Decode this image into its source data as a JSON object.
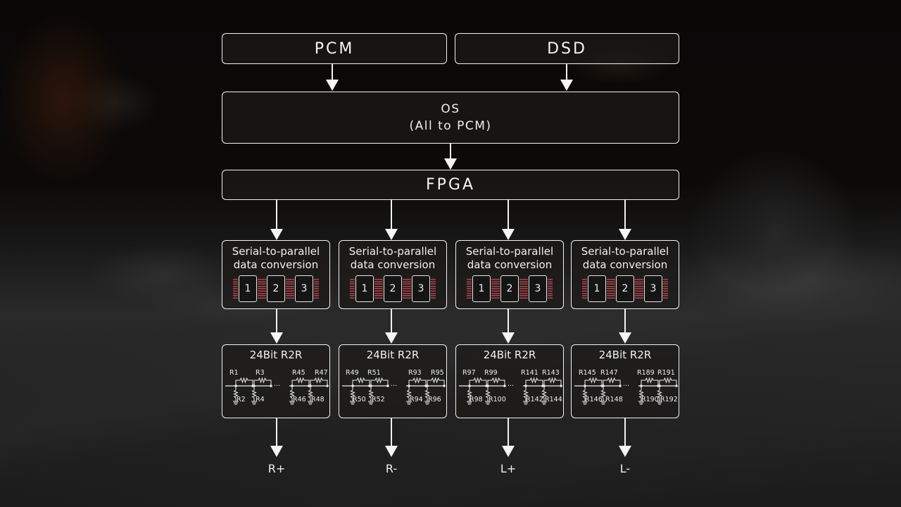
{
  "diagram": {
    "inputs": [
      {
        "label": "PCM"
      },
      {
        "label": "DSD"
      }
    ],
    "os": {
      "line1": "OS",
      "line2": "(All to PCM)"
    },
    "fpga": {
      "label": "FPGA"
    },
    "channels": [
      {
        "stage": {
          "line1": "Serial-to-parallel",
          "line2": "data conversion",
          "chips": [
            "1",
            "2",
            "3"
          ]
        },
        "r2r": {
          "title": "24Bit R2R",
          "series": [
            "R1",
            "R3",
            "R45",
            "R47"
          ],
          "shunt": [
            "R2",
            "R4",
            "R46",
            "R48"
          ],
          "ellipsis": "..."
        },
        "output": "R+"
      },
      {
        "stage": {
          "line1": "Serial-to-parallel",
          "line2": "data conversion",
          "chips": [
            "1",
            "2",
            "3"
          ]
        },
        "r2r": {
          "title": "24Bit R2R",
          "series": [
            "R49",
            "R51",
            "R93",
            "R95"
          ],
          "shunt": [
            "R50",
            "R52",
            "R94",
            "R96"
          ],
          "ellipsis": "..."
        },
        "output": "R-"
      },
      {
        "stage": {
          "line1": "Serial-to-parallel",
          "line2": "data conversion",
          "chips": [
            "1",
            "2",
            "3"
          ]
        },
        "r2r": {
          "title": "24Bit R2R",
          "series": [
            "R97",
            "R99",
            "R141",
            "R143"
          ],
          "shunt": [
            "R98",
            "R100",
            "R142",
            "R144"
          ],
          "ellipsis": "..."
        },
        "output": "L+"
      },
      {
        "stage": {
          "line1": "Serial-to-parallel",
          "line2": "data conversion",
          "chips": [
            "1",
            "2",
            "3"
          ]
        },
        "r2r": {
          "title": "24Bit R2R",
          "series": [
            "R145",
            "R147",
            "R189",
            "R191"
          ],
          "shunt": [
            "R146",
            "R148",
            "R190",
            "R192"
          ],
          "ellipsis": "..."
        },
        "output": "L-"
      }
    ],
    "colors": {
      "stroke": "#f2f2f2",
      "chip_pins": "#b4434b",
      "box_fill": "#1c1a19"
    }
  }
}
